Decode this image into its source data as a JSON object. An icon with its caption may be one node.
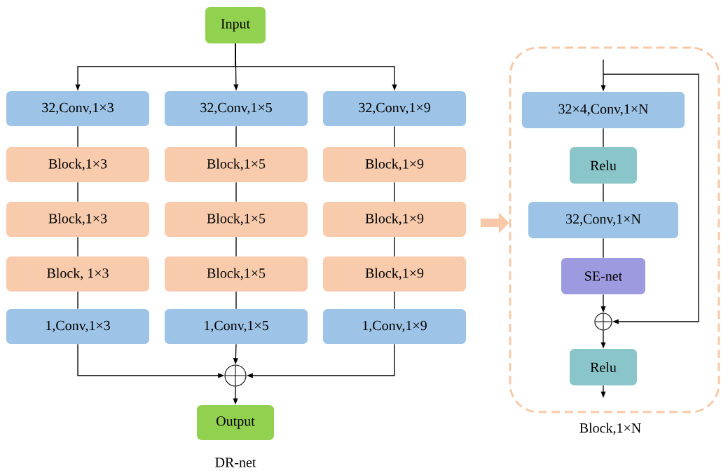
{
  "diagram": {
    "nodes": [
      {
        "text": [
          "Input"
        ]
      },
      {
        "text": [
          "32,Conv,1×3"
        ]
      },
      {
        "text": [
          "32,Conv,1×5"
        ]
      },
      {
        "text": [
          "32,Conv,1×9"
        ]
      },
      {
        "text": [
          "Block,1×3"
        ]
      },
      {
        "text": [
          "Block,1×5"
        ]
      },
      {
        "text": [
          "Block,1×9"
        ]
      },
      {
        "text": [
          "Block,1×3"
        ]
      },
      {
        "text": [
          "Block,1×5"
        ]
      },
      {
        "text": [
          "Block,1×9"
        ]
      },
      {
        "text": [
          "Block, 1×3"
        ]
      },
      {
        "text": [
          "Block,1×5"
        ]
      },
      {
        "text": [
          "Block,1×9"
        ]
      },
      {
        "text": [
          "1,Conv,1×3"
        ]
      },
      {
        "text": [
          "1,Conv,1×5"
        ]
      },
      {
        "text": [
          "1,Conv,1×9"
        ]
      },
      {
        "text": [],
        "shape": "circle"
      },
      {
        "text": [
          "Output"
        ]
      },
      {
        "text": [
          "Block,1×N"
        ]
      },
      {
        "text": [
          "32×4,Conv,1×N"
        ],
        "in": 18
      },
      {
        "text": [
          "Relu"
        ],
        "in": 18
      },
      {
        "text": [
          "32,Conv,1×N"
        ],
        "in": 18
      },
      {
        "text": [
          "SE-net"
        ],
        "in": 18
      },
      {
        "text": [],
        "shape": "circle",
        "in": 18
      },
      {
        "text": [
          "Relu"
        ],
        "in": 18
      }
    ],
    "edges": [
      {
        "from": 0,
        "to": 1,
        "arrow": "to"
      },
      {
        "from": 0,
        "to": 2,
        "arrow": "to"
      },
      {
        "from": 0,
        "to": 3,
        "arrow": "to"
      },
      {
        "from": 1,
        "to": 4,
        "arrow": "none"
      },
      {
        "from": 4,
        "to": 7,
        "arrow": "none"
      },
      {
        "from": 7,
        "to": 10,
        "arrow": "none"
      },
      {
        "from": 10,
        "to": 13,
        "arrow": "none"
      },
      {
        "from": 2,
        "to": 5,
        "arrow": "none"
      },
      {
        "from": 5,
        "to": 8,
        "arrow": "none"
      },
      {
        "from": 8,
        "to": 11,
        "arrow": "none"
      },
      {
        "from": 11,
        "to": 14,
        "arrow": "none"
      },
      {
        "from": 3,
        "to": 6,
        "arrow": "none"
      },
      {
        "from": 6,
        "to": 9,
        "arrow": "none"
      },
      {
        "from": 9,
        "to": 12,
        "arrow": "none"
      },
      {
        "from": 12,
        "to": 15,
        "arrow": "none"
      },
      {
        "from": 13,
        "to": 16,
        "arrow": "to"
      },
      {
        "from": 14,
        "to": 16,
        "arrow": "to"
      },
      {
        "from": 15,
        "to": 16,
        "arrow": "to"
      },
      {
        "from": 16,
        "to": 17,
        "arrow": "to"
      },
      {
        "from": null,
        "to": 19,
        "arrow": "to"
      },
      {
        "from": null,
        "to": 23,
        "arrow": "to"
      },
      {
        "from": 19,
        "to": 20,
        "arrow": "none"
      },
      {
        "from": 20,
        "to": 21,
        "arrow": "none"
      },
      {
        "from": 21,
        "to": 22,
        "arrow": "none"
      },
      {
        "from": 22,
        "to": 23,
        "arrow": "to"
      },
      {
        "from": 23,
        "to": 24,
        "arrow": "to"
      },
      {
        "from": 24,
        "to": null,
        "arrow": "to"
      },
      {
        "from": null,
        "to": 18,
        "arrow": "to",
        "style": "thick",
        "color": "#f8c9a8"
      }
    ],
    "labels": [
      "DR-net"
    ]
  }
}
